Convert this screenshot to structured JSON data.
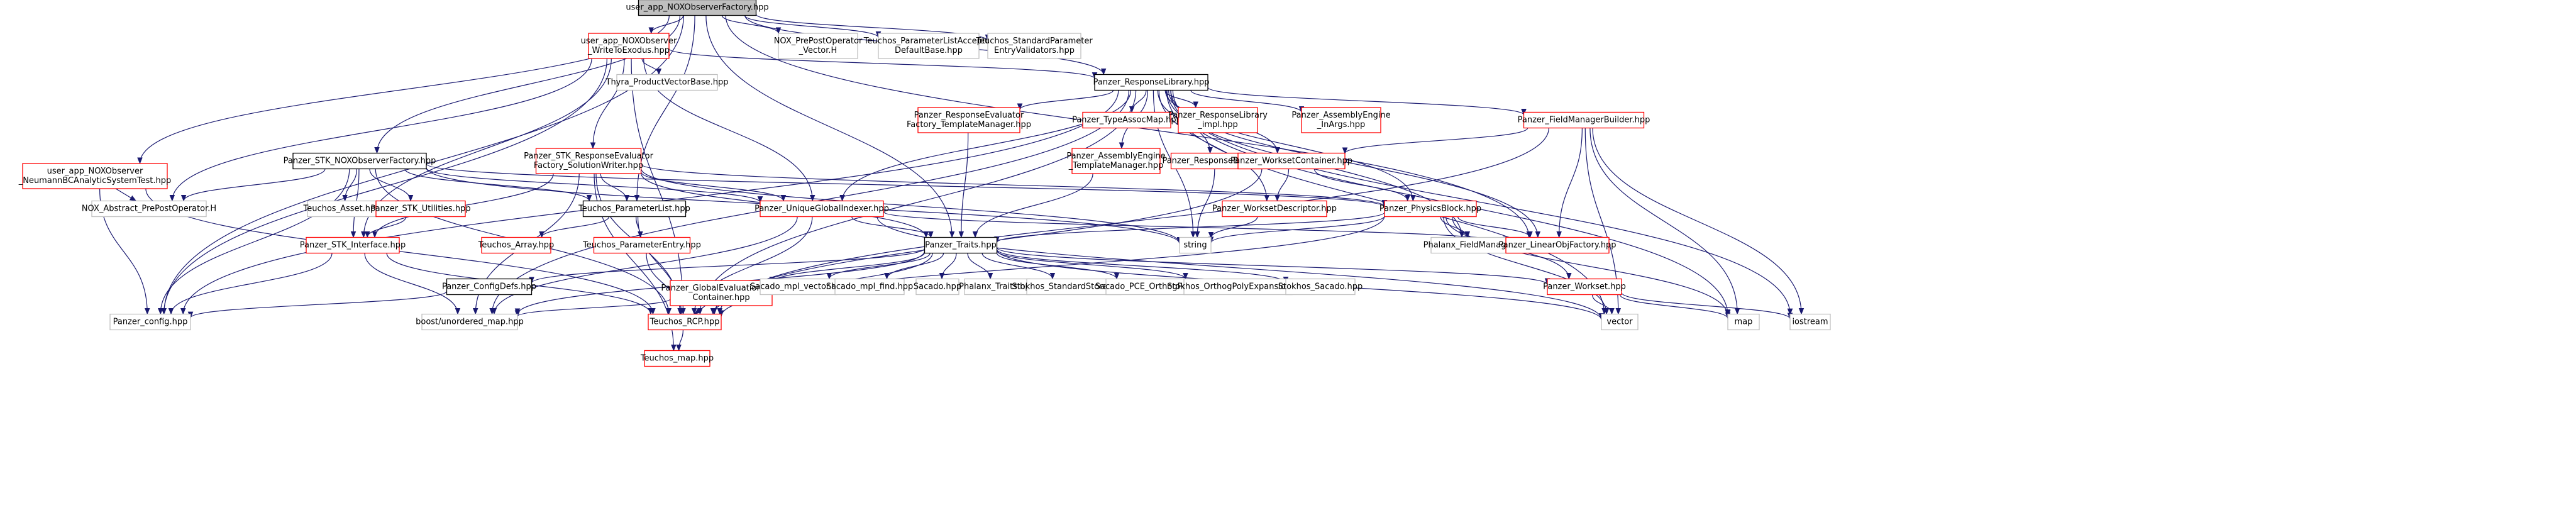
{
  "colors": {
    "root_fill": "#bfbfbf",
    "root_stroke": "#000000",
    "documented_fill": "#ffffff",
    "documented_stroke": "#000000",
    "undocumented_stroke": "#ff0000",
    "external_stroke": "#bfbfbf",
    "edge": "#191970"
  },
  "nodes": [
    {
      "id": "root",
      "label": "user_app_NOXObserverFactory.hpp",
      "kind": "root"
    },
    {
      "id": "wte",
      "label": [
        "user_app_NOXObserver",
        "_WriteToExodus.hpp"
      ],
      "kind": "undocumented"
    },
    {
      "id": "nox_vec",
      "label": [
        "NOX_PrePostOperator",
        "_Vector.H"
      ],
      "kind": "external"
    },
    {
      "id": "tpla",
      "label": [
        "Teuchos_ParameterListAcceptor",
        "DefaultBase.hpp"
      ],
      "kind": "external"
    },
    {
      "id": "tspev",
      "label": [
        "Teuchos_StandardParameter",
        "EntryValidators.hpp"
      ],
      "kind": "external"
    },
    {
      "id": "thyra",
      "label": "Thyra_ProductVectorBase.hpp",
      "kind": "external"
    },
    {
      "id": "resplib",
      "label": "Panzer_ResponseLibrary.hpp",
      "kind": "documented"
    },
    {
      "id": "neumann",
      "label": [
        "user_app_NOXObserver",
        "_NeumannBCAnalyticSystemTest.hpp"
      ],
      "kind": "undocumented"
    },
    {
      "id": "stknox",
      "label": "Panzer_STK_NOXObserverFactory.hpp",
      "kind": "documented"
    },
    {
      "id": "stkre",
      "label": [
        "Panzer_STK_ResponseEvaluator",
        "Factory_SolutionWriter.hpp"
      ],
      "kind": "undocumented"
    },
    {
      "id": "revf",
      "label": [
        "Panzer_ResponseEvaluator",
        "Factory_TemplateManager.hpp"
      ],
      "kind": "undocumented"
    },
    {
      "id": "typeassoc",
      "label": "Panzer_TypeAssocMap.hpp",
      "kind": "undocumented"
    },
    {
      "id": "rlimpl",
      "label": [
        "Panzer_ResponseLibrary",
        "_impl.hpp"
      ],
      "kind": "undocumented"
    },
    {
      "id": "aeinargs",
      "label": [
        "Panzer_AssemblyEngine",
        "_InArgs.hpp"
      ],
      "kind": "undocumented"
    },
    {
      "id": "fmb",
      "label": "Panzer_FieldManagerBuilder.hpp",
      "kind": "undocumented"
    },
    {
      "id": "aetm",
      "label": [
        "Panzer_AssemblyEngine",
        "_TemplateManager.hpp"
      ],
      "kind": "undocumented"
    },
    {
      "id": "respbase",
      "label": "Panzer_ResponseBase.hpp",
      "kind": "undocumented"
    },
    {
      "id": "wscont",
      "label": "Panzer_WorksetContainer.hpp",
      "kind": "undocumented"
    },
    {
      "id": "noxabs",
      "label": "NOX_Abstract_PrePostOperator.H",
      "kind": "external"
    },
    {
      "id": "tasset",
      "label": "Teuchos_Asset.hpp",
      "kind": "external"
    },
    {
      "id": "stkutil",
      "label": "Panzer_STK_Utilities.hpp",
      "kind": "undocumented"
    },
    {
      "id": "tpl",
      "label": "Teuchos_ParameterList.hpp",
      "kind": "documented"
    },
    {
      "id": "ugi",
      "label": "Panzer_UniqueGlobalIndexer.hpp",
      "kind": "undocumented"
    },
    {
      "id": "wsdesc",
      "label": "Panzer_WorksetDescriptor.hpp",
      "kind": "undocumented"
    },
    {
      "id": "physblock",
      "label": "Panzer_PhysicsBlock.hpp",
      "kind": "undocumented"
    },
    {
      "id": "stkint",
      "label": "Panzer_STK_Interface.hpp",
      "kind": "undocumented"
    },
    {
      "id": "tarray",
      "label": "Teuchos_Array.hpp",
      "kind": "undocumented"
    },
    {
      "id": "tpentry",
      "label": "Teuchos_ParameterEntry.hpp",
      "kind": "undocumented"
    },
    {
      "id": "string",
      "label": "string",
      "kind": "external"
    },
    {
      "id": "traits",
      "label": "Panzer_Traits.hpp",
      "kind": "documented"
    },
    {
      "id": "phxfm",
      "label": "Phalanx_FieldManager.hpp",
      "kind": "external"
    },
    {
      "id": "lof",
      "label": "Panzer_LinearObjFactory.hpp",
      "kind": "undocumented"
    },
    {
      "id": "configdefs",
      "label": "Panzer_ConfigDefs.hpp",
      "kind": "documented"
    },
    {
      "id": "geval",
      "label": [
        "Panzer_GlobalEvaluationData",
        "Container.hpp"
      ],
      "kind": "undocumented"
    },
    {
      "id": "smplvec",
      "label": "Sacado_mpl_vector.hpp",
      "kind": "external"
    },
    {
      "id": "smplfind",
      "label": "Sacado_mpl_find.hpp",
      "kind": "external"
    },
    {
      "id": "sacado",
      "label": "Sacado.hpp",
      "kind": "external"
    },
    {
      "id": "phxtraits",
      "label": "Phalanx_Traits.hpp",
      "kind": "external"
    },
    {
      "id": "stokstd",
      "label": "Stokhos_StandardStorage.hpp",
      "kind": "external"
    },
    {
      "id": "sacpce",
      "label": "Sacado_PCE_OrthogPoly.hpp",
      "kind": "external"
    },
    {
      "id": "stokortho",
      "label": "Stokhos_OrthogPolyExpansion.hpp",
      "kind": "external"
    },
    {
      "id": "stoksac",
      "label": "Stokhos_Sacado.hpp",
      "kind": "external"
    },
    {
      "id": "workset",
      "label": "Panzer_Workset.hpp",
      "kind": "undocumented"
    },
    {
      "id": "vector",
      "label": "vector",
      "kind": "external"
    },
    {
      "id": "map",
      "label": "map",
      "kind": "external"
    },
    {
      "id": "iostream",
      "label": "iostream",
      "kind": "external"
    },
    {
      "id": "config",
      "label": "Panzer_config.hpp",
      "kind": "external"
    },
    {
      "id": "unordered",
      "label": "boost/unordered_map.hpp",
      "kind": "external"
    },
    {
      "id": "rcp",
      "label": "Teuchos_RCP.hpp",
      "kind": "undocumented"
    },
    {
      "id": "tmap",
      "label": "Teuchos_map.hpp",
      "kind": "undocumented"
    }
  ],
  "edges": [
    [
      "root",
      "wte"
    ],
    [
      "root",
      "nox_vec"
    ],
    [
      "root",
      "tpla"
    ],
    [
      "root",
      "tspev"
    ],
    [
      "root",
      "resplib"
    ],
    [
      "root",
      "neumann"
    ],
    [
      "root",
      "stknox"
    ],
    [
      "root",
      "config"
    ],
    [
      "root",
      "tpl"
    ],
    [
      "root",
      "traits"
    ],
    [
      "root",
      "lof"
    ],
    [
      "wte",
      "thyra"
    ],
    [
      "wte",
      "resplib"
    ],
    [
      "wte",
      "stkre"
    ],
    [
      "wte",
      "ugi"
    ],
    [
      "wte",
      "stkint"
    ],
    [
      "wte",
      "rcp"
    ],
    [
      "wte",
      "noxabs"
    ],
    [
      "wte",
      "config"
    ],
    [
      "resplib",
      "revf"
    ],
    [
      "resplib",
      "typeassoc"
    ],
    [
      "resplib",
      "rlimpl"
    ],
    [
      "resplib",
      "aeinargs"
    ],
    [
      "resplib",
      "fmb"
    ],
    [
      "resplib",
      "aetm"
    ],
    [
      "resplib",
      "respbase"
    ],
    [
      "resplib",
      "wscont"
    ],
    [
      "resplib",
      "ugi"
    ],
    [
      "resplib",
      "wsdesc"
    ],
    [
      "resplib",
      "physblock"
    ],
    [
      "resplib",
      "string"
    ],
    [
      "resplib",
      "phxfm"
    ],
    [
      "resplib",
      "lof"
    ],
    [
      "resplib",
      "vector"
    ],
    [
      "resplib",
      "map"
    ],
    [
      "resplib",
      "iostream"
    ],
    [
      "resplib",
      "config"
    ],
    [
      "resplib",
      "unordered"
    ],
    [
      "resplib",
      "rcp"
    ],
    [
      "neumann",
      "noxabs"
    ],
    [
      "neumann",
      "config"
    ],
    [
      "neumann",
      "rcp"
    ],
    [
      "stknox",
      "noxabs"
    ],
    [
      "stknox",
      "tasset"
    ],
    [
      "stknox",
      "stkutil"
    ],
    [
      "stknox",
      "stkint"
    ],
    [
      "stknox",
      "config"
    ],
    [
      "stknox",
      "tpl"
    ],
    [
      "stknox",
      "rcp"
    ],
    [
      "stknox",
      "ugi"
    ],
    [
      "stknox",
      "string"
    ],
    [
      "stknox",
      "physblock"
    ],
    [
      "stkre",
      "stkint"
    ],
    [
      "stkre",
      "tpl"
    ],
    [
      "stkre",
      "ugi"
    ],
    [
      "stkre",
      "traits"
    ],
    [
      "stkre",
      "string"
    ],
    [
      "stkre",
      "rcp"
    ],
    [
      "stkre",
      "unordered"
    ],
    [
      "stkre",
      "tmap"
    ],
    [
      "stkre",
      "physblock"
    ],
    [
      "revf",
      "traits"
    ],
    [
      "aetm",
      "traits"
    ],
    [
      "respbase",
      "string"
    ],
    [
      "fmb",
      "wscont"
    ],
    [
      "fmb",
      "lof"
    ],
    [
      "fmb",
      "vector"
    ],
    [
      "fmb",
      "map"
    ],
    [
      "fmb",
      "iostream"
    ],
    [
      "fmb",
      "rcp"
    ],
    [
      "wscont",
      "wsdesc"
    ],
    [
      "wscont",
      "physblock"
    ],
    [
      "wscont",
      "rcp"
    ],
    [
      "stkutil",
      "stkint"
    ],
    [
      "tpl",
      "tarray"
    ],
    [
      "tpl",
      "tpentry"
    ],
    [
      "tpl",
      "rcp"
    ],
    [
      "ugi",
      "traits"
    ],
    [
      "ugi",
      "rcp"
    ],
    [
      "ugi",
      "unordered"
    ],
    [
      "ugi",
      "lof"
    ],
    [
      "ugi",
      "vector"
    ],
    [
      "wsdesc",
      "string"
    ],
    [
      "physblock",
      "traits"
    ],
    [
      "physblock",
      "string"
    ],
    [
      "physblock",
      "phxfm"
    ],
    [
      "physblock",
      "lof"
    ],
    [
      "physblock",
      "rcp"
    ],
    [
      "physblock",
      "vector"
    ],
    [
      "physblock",
      "map"
    ],
    [
      "physblock",
      "workset"
    ],
    [
      "stkint",
      "rcp"
    ],
    [
      "stkint",
      "unordered"
    ],
    [
      "stkint",
      "config"
    ],
    [
      "tpentry",
      "rcp"
    ],
    [
      "traits",
      "configdefs"
    ],
    [
      "traits",
      "geval"
    ],
    [
      "traits",
      "smplvec"
    ],
    [
      "traits",
      "smplfind"
    ],
    [
      "traits",
      "sacado"
    ],
    [
      "traits",
      "phxtraits"
    ],
    [
      "traits",
      "stokstd"
    ],
    [
      "traits",
      "sacpce"
    ],
    [
      "traits",
      "stokortho"
    ],
    [
      "traits",
      "stoksac"
    ],
    [
      "traits",
      "workset"
    ],
    [
      "traits",
      "rcp"
    ],
    [
      "traits",
      "unordered"
    ],
    [
      "traits",
      "vector"
    ],
    [
      "configdefs",
      "config"
    ],
    [
      "geval",
      "rcp"
    ],
    [
      "geval",
      "unordered"
    ],
    [
      "workset",
      "vector"
    ],
    [
      "workset",
      "map"
    ],
    [
      "workset",
      "iostream"
    ],
    [
      "rcp",
      "tmap"
    ]
  ]
}
